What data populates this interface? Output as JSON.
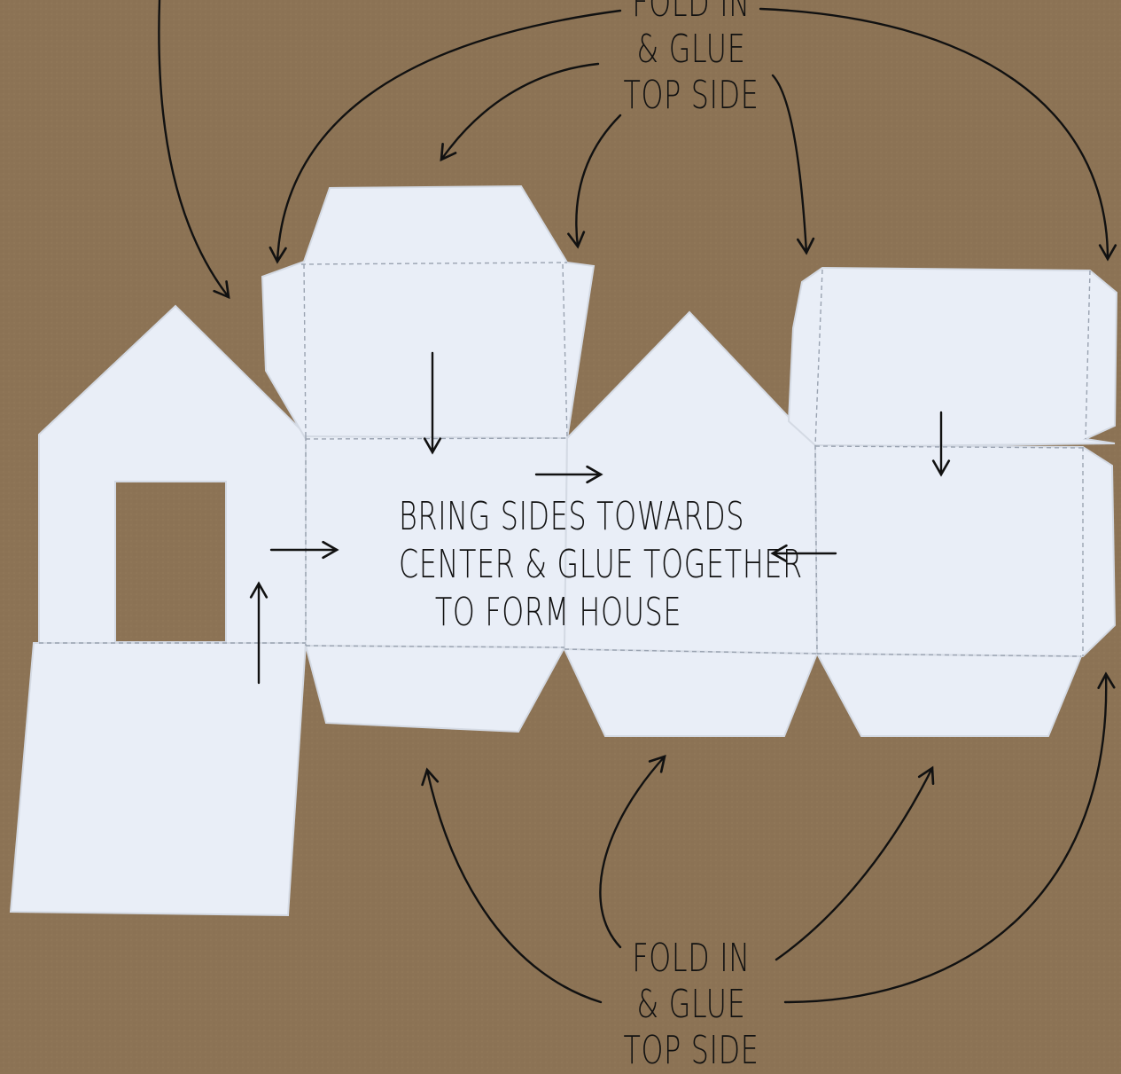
{
  "labels": {
    "top": [
      "FOLD IN",
      "& GLUE",
      "TOP SIDE"
    ],
    "center": [
      "BRING SIDES TOWARDS",
      "CENTER & GLUE TOGETHER",
      "TO FORM HOUSE"
    ],
    "bottom": [
      "FOLD IN",
      "& GLUE",
      "TOP SIDE"
    ]
  },
  "colors": {
    "background": "#8c7355",
    "paper": "#e9eef7",
    "fold_line": "#9aa3b1",
    "ink": "#111111"
  }
}
